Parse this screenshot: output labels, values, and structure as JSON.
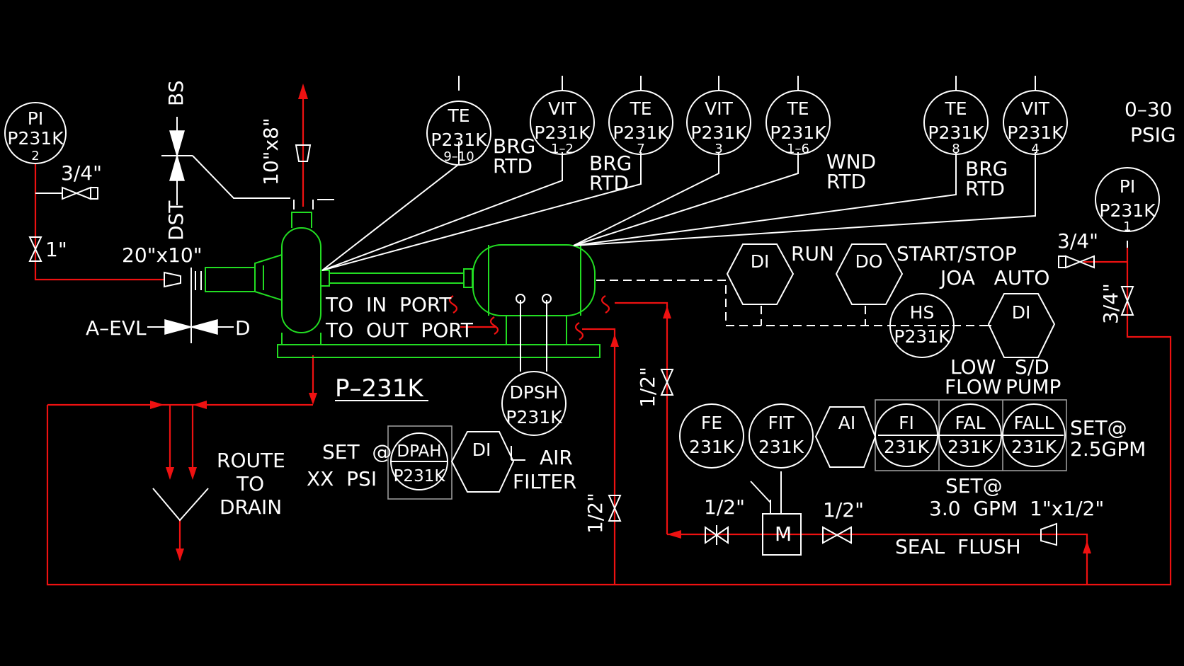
{
  "colors": {
    "background": "#000000",
    "lines": "#ffffff",
    "process_piping": "#ee1111",
    "equipment": "#22dd22",
    "panel_box": "#9a9a9a"
  },
  "instruments": {
    "pi_left": {
      "tag": "PI",
      "id": "P231K",
      "suffix": "2"
    },
    "te_9_10": {
      "tag": "TE",
      "id": "P231K",
      "suffix": "9–10"
    },
    "vit_1_2": {
      "tag": "VIT",
      "id": "P231K",
      "suffix": "1–2"
    },
    "te_7": {
      "tag": "TE",
      "id": "P231K",
      "suffix": "7"
    },
    "vit_3": {
      "tag": "VIT",
      "id": "P231K",
      "suffix": "3"
    },
    "te_1_6": {
      "tag": "TE",
      "id": "P231K",
      "suffix": "1–6"
    },
    "te_8": {
      "tag": "TE",
      "id": "P231K",
      "suffix": "8"
    },
    "vit_4": {
      "tag": "VIT",
      "id": "P231K",
      "suffix": "4"
    },
    "pi_right": {
      "tag": "PI",
      "id": "P231K",
      "suffix": "1"
    },
    "hs": {
      "tag": "HS",
      "id": "P231K"
    },
    "dpsh": {
      "tag": "DPSH",
      "id": "P231K"
    },
    "dpah": {
      "tag": "DPAH",
      "id": "P231K"
    },
    "fe": {
      "tag": "FE",
      "id": "231K"
    },
    "fit": {
      "tag": "FIT",
      "id": "231K"
    },
    "fi": {
      "tag": "FI",
      "id": "231K"
    },
    "fal": {
      "tag": "FAL",
      "id": "231K"
    },
    "fall": {
      "tag": "FALL",
      "id": "231K"
    }
  },
  "logic": {
    "di_run": "DI",
    "do_start": "DO",
    "di_sd": "DI",
    "ai": "AI",
    "di_filter": "DI"
  },
  "labels": {
    "brg_rtd_1": [
      "BRG",
      "RTD"
    ],
    "brg_rtd_2": [
      "BRG",
      "RTD"
    ],
    "wnd_rtd": [
      "WND",
      "RTD"
    ],
    "brg_rtd_3": [
      "BRG",
      "RTD"
    ],
    "range": [
      "0–30",
      "PSIG"
    ],
    "run": "RUN",
    "start_stop": "START/STOP",
    "joa_auto": "JOA   AUTO",
    "low_flow": [
      "LOW",
      "FLOW"
    ],
    "sd_pump": [
      "S/D",
      "PUMP"
    ],
    "set_gpm_25": [
      "SET@",
      "2.5GPM"
    ],
    "set_gpm_30": [
      "SET@",
      "3.0  GPM"
    ],
    "set_psi": [
      "SET  @",
      "XX  PSI"
    ],
    "air_filter": [
      "AIR",
      "FILTER"
    ],
    "to_in_port": "TO  IN  PORT",
    "to_out_port": "TO  OUT  PORT",
    "pump_tag": "P–231K",
    "route_drain": [
      "ROUTE",
      "TO",
      "DRAIN"
    ],
    "seal_flush": "SEAL  FLUSH",
    "motor": "M",
    "bs": "BS",
    "dst": "DST",
    "a_evl": "A–EVL",
    "d": "D",
    "size_20x10": "20\"x10\"",
    "size_10x8": "10\"x8\"",
    "size_3_4_a": "3/4\"",
    "size_1": "1\"",
    "size_3_4_b": "3/4\"",
    "size_3_4_c": "3/4\"",
    "size_1_2_a": "1/2\"",
    "size_1_2_b": "1/2\"",
    "size_1_2_c": "1/2\"",
    "size_1_2_d": "1/2\"",
    "size_1x1_2": "1\"x1/2\""
  }
}
